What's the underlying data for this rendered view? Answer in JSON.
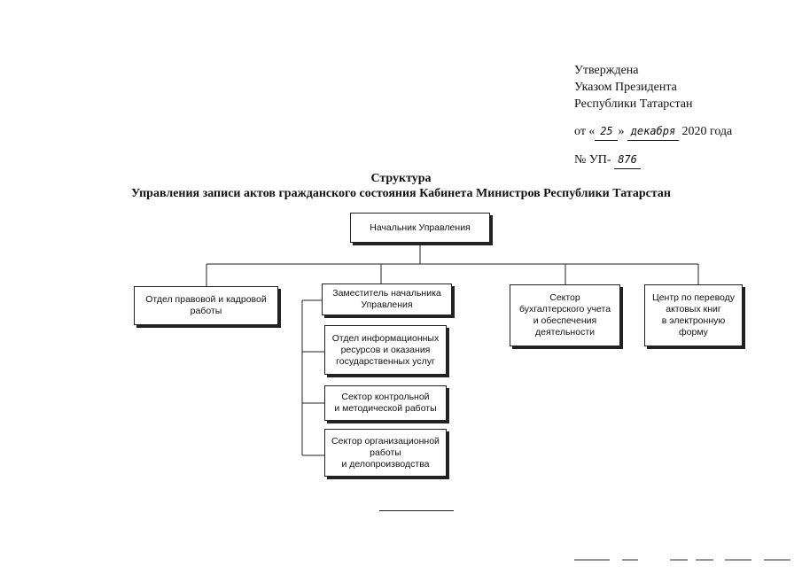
{
  "approval": {
    "line1": "Утверждена",
    "line2": "Указом Президента",
    "line3": "Республики Татарстан",
    "date_prefix": "от «",
    "date_day": "25",
    "date_mid": "»",
    "date_month": "декабря",
    "date_year": "2020 года",
    "number_prefix": "№ УП-",
    "number_value": "876"
  },
  "title": {
    "line1": "Структура",
    "line2": "Управления записи актов гражданского состояния Кабинета Министров Республики Татарстан"
  },
  "org_chart": {
    "head": "Начальник Управления",
    "legal_personnel": "Отдел правовой и кадровой\nработы",
    "deputy": "Заместитель начальника\nУправления",
    "info_resources": "Отдел информационных\nресурсов и оказания\nгосударственных услуг",
    "control_method": "Сектор контрольной\nи методической работы",
    "organizational": "Сектор организационной\nработы\nи делопроизводства",
    "accounting": "Сектор\nбухгалтерского учета\nи обеспечения\nдеятельности",
    "digitization": "Центр по переводу\nактовых книг\nв электронную\nформу"
  }
}
